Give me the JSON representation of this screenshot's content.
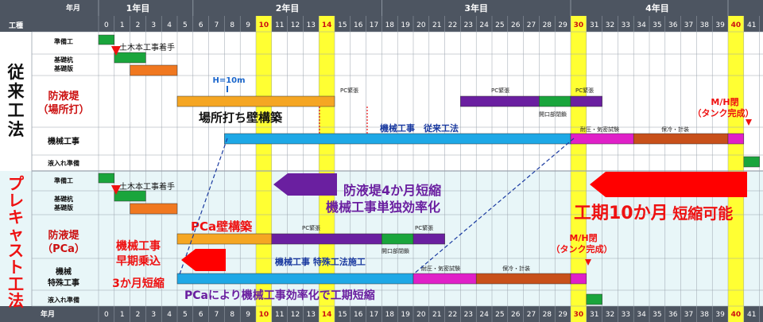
{
  "header": {
    "corner_top": "年月",
    "corner_bottom": "工種",
    "footer_label": "年月",
    "years": [
      "1年目",
      "2年目",
      "3年目",
      "4年目"
    ],
    "months": [
      "0",
      "1",
      "2",
      "3",
      "4",
      "5",
      "6",
      "7",
      "8",
      "9",
      "10",
      "11",
      "12",
      "13",
      "14",
      "15",
      "16",
      "17",
      "18",
      "19",
      "20",
      "21",
      "22",
      "23",
      "24",
      "25",
      "26",
      "27",
      "28",
      "29",
      "30",
      "31",
      "32",
      "33",
      "34",
      "35",
      "36",
      "37",
      "38",
      "39",
      "40",
      "41"
    ],
    "highlight_months": [
      10,
      14,
      30,
      40
    ]
  },
  "sections": {
    "conventional": "従来工法",
    "precast": "プレキャスト工法"
  },
  "rows": {
    "conv": [
      "準備工",
      "基礎杭",
      "基礎版",
      "防液堤",
      "（場所打）",
      "機械工事",
      "液入れ準備"
    ],
    "pre": [
      "準備工",
      "基礎杭",
      "基礎版",
      "防液堤",
      "（PCa）",
      "機械",
      "特殊工事",
      "液入れ準備"
    ]
  },
  "labels": {
    "start_conv": "土木本工事着手",
    "start_pre": "土木本工事着手",
    "h10": "H=10m",
    "pc1": "PC緊張",
    "pc2": "PC緊張",
    "pc3": "PC緊張",
    "pc4": "PC緊張",
    "pc5": "PC緊張",
    "opening1": "開口部閉鎖",
    "opening2": "開口部閉鎖",
    "wall_cast": "場所打ち壁構築",
    "mech_conv": "機械工事　従来工法",
    "pressure1": "耐圧・気密試験",
    "cooling1": "保冷・計装",
    "pressure2": "耐圧・気密試験",
    "cooling2": "保冷・計装",
    "mh1": "M/H閉",
    "tank1": "（タンク完成）",
    "mh2": "M/H閉",
    "tank2": "（タンク完成）",
    "pca_wall": "PCa壁構築",
    "mech_pre": "機械工事 特殊工法施工",
    "early1": "機械工事",
    "early2": "早期乗込",
    "early3": "3か月短縮",
    "callout1": "防液堤4か月短縮",
    "callout2": "機械工事単独効率化",
    "big_a": "工期10か月",
    "big_b": "短縮可能",
    "bottom_note": "PCaにより機械工事効率化で工期短縮"
  },
  "colors": {
    "prep": "#1aa53c",
    "pile": "#1aa53c",
    "slab": "#f07820",
    "wall": "#f5a623",
    "pc": "#6a1fa0",
    "opening": "#1aa53c",
    "mech": "#1ea8e6",
    "pressure": "#e020c8",
    "cooling": "#c8501a",
    "red": "#ee1111",
    "navy": "#1a3aa0",
    "highlight": "#ffff33"
  }
}
